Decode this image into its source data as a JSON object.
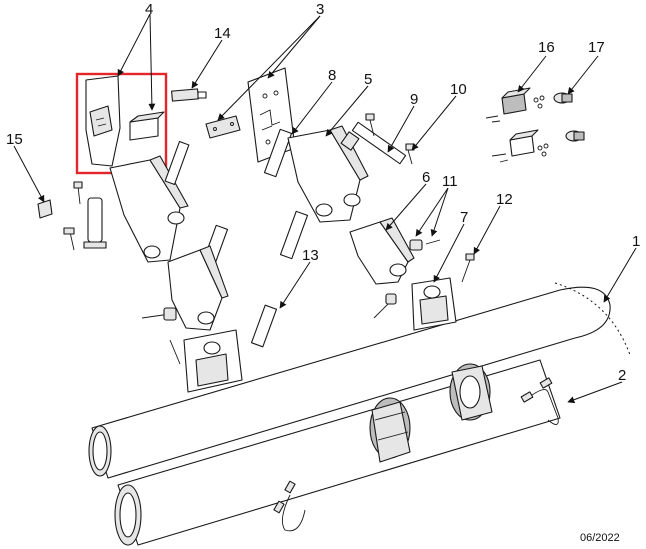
{
  "callouts": {
    "c1": "1",
    "c2": "2",
    "c3": "3",
    "c4": "4",
    "c5": "5",
    "c6": "6",
    "c7": "7",
    "c8": "8",
    "c9": "9",
    "c10": "10",
    "c11": "11",
    "c12": "12",
    "c13": "13",
    "c14": "14",
    "c15": "15",
    "c16": "16",
    "c17": "17"
  },
  "date_stamp": "06/2022",
  "colors": {
    "highlight": "#e3262b",
    "line": "#1a1a1a",
    "shade": "#bdbdbd"
  }
}
